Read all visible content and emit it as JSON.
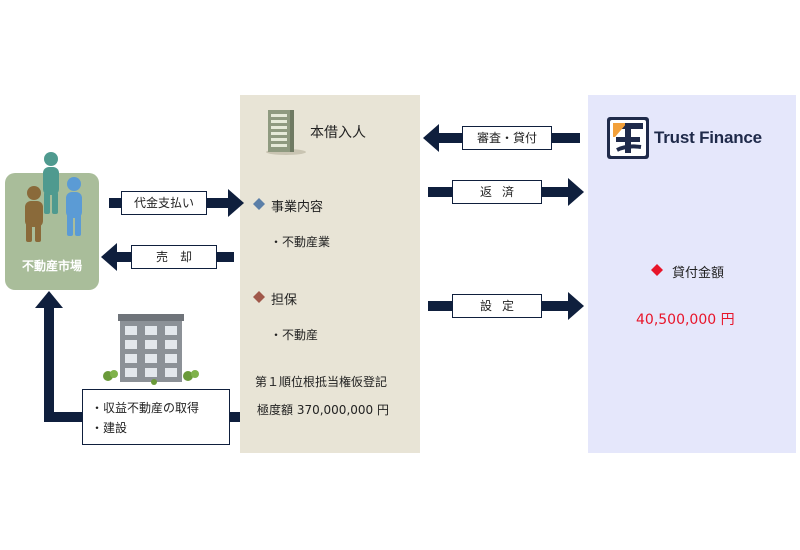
{
  "market": {
    "label": "不動産市場"
  },
  "borrower": {
    "title": "本借入人",
    "business": {
      "heading": "事業内容",
      "items": [
        "・不動産業"
      ]
    },
    "collateral": {
      "heading": "担保",
      "items": [
        "・不動産"
      ]
    },
    "registration": [
      "第１順位根抵当権仮登記",
      "極度額 370,000,000 円"
    ]
  },
  "lender": {
    "name": "Trust Finance",
    "loan_label": "貸付金額",
    "loan_amount": "40,500,000 円"
  },
  "arrows": {
    "payment": "代金支払い",
    "sale": "売　却",
    "review_loan": "審査・貸付",
    "repayment": "返済",
    "setting": "設定"
  },
  "acquisition": {
    "items": [
      "・収益不動産の取得",
      "・建設"
    ]
  },
  "colors": {
    "arrow": "#0f1f3d",
    "market_box": "#a9bd9a",
    "borrower_box": "#e8e4d6",
    "lender_box": "#e5e7fb",
    "loan_marker": "#e8152a",
    "business_marker": "#5b7fa8",
    "collateral_marker": "#a0584a",
    "amount_text": "#e8152a"
  },
  "icons": [
    "people-icon",
    "office-building-icon",
    "apartment-building-icon",
    "trust-finance-logo-icon"
  ]
}
